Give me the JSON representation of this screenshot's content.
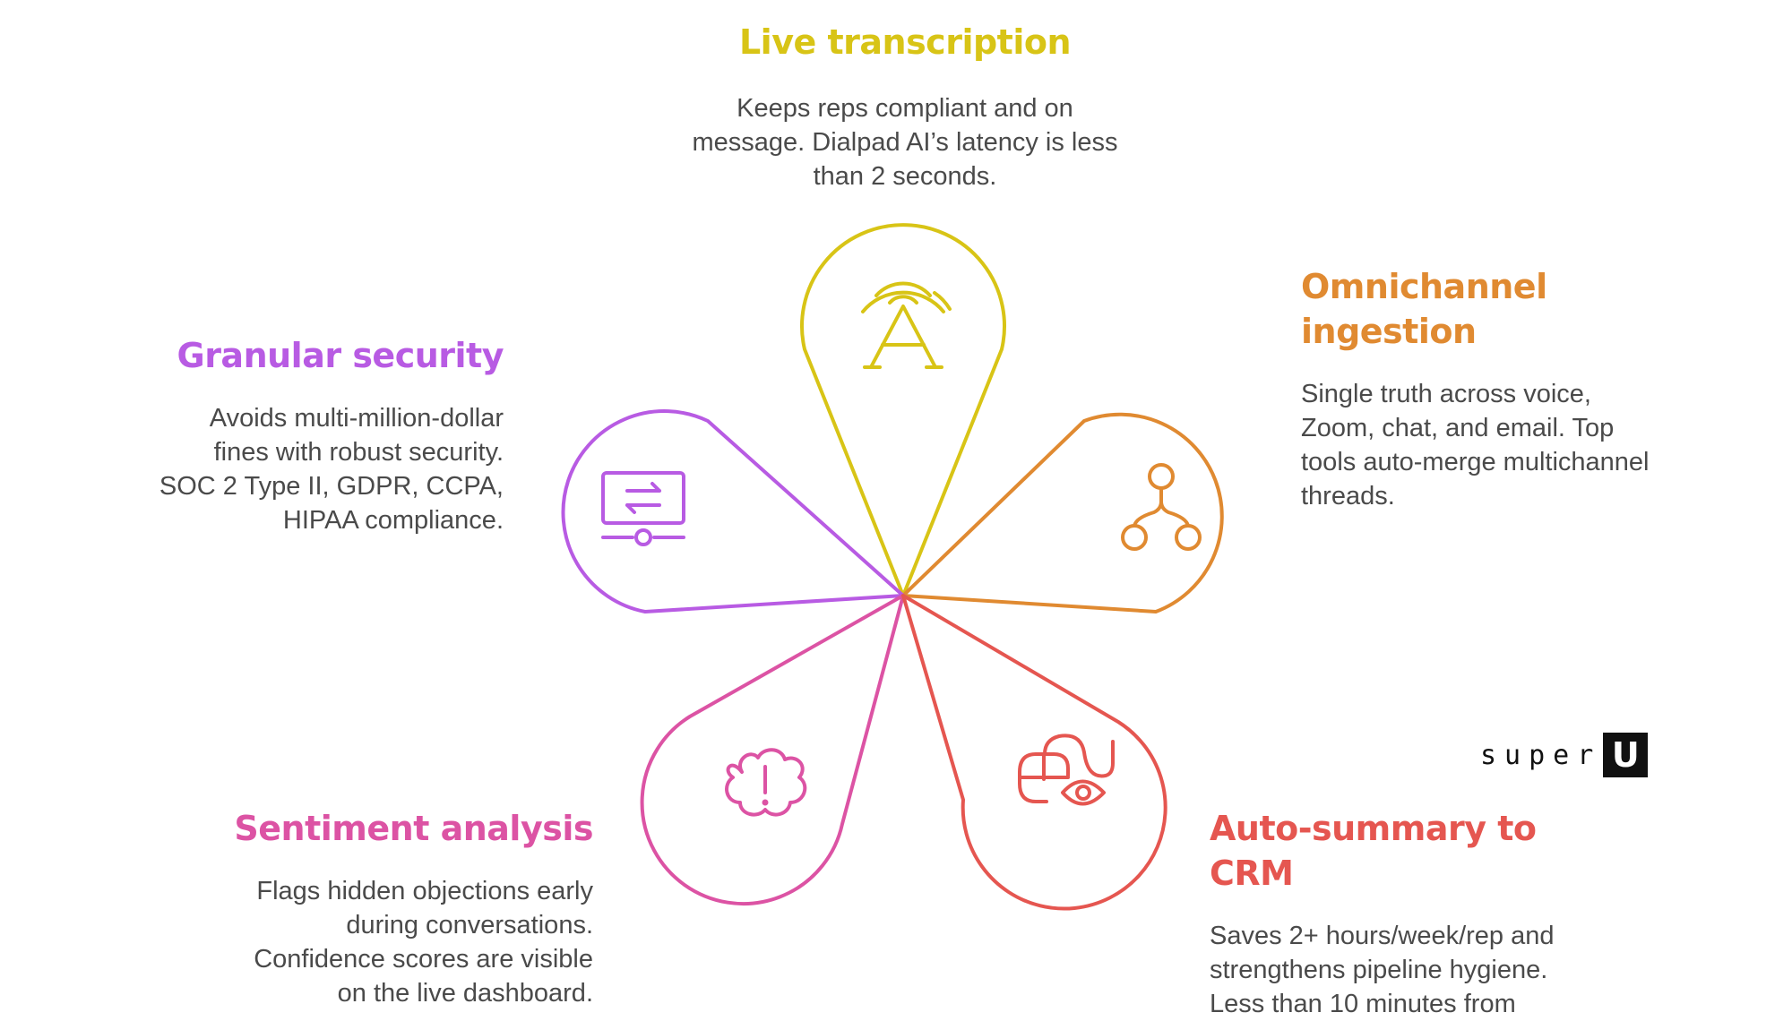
{
  "colors": {
    "live": "#d8c416",
    "omni": "#e08a31",
    "granular": "#b85be3",
    "sentiment": "#dc53a4",
    "crm": "#e55650",
    "body_text": "#4a4a4a"
  },
  "petals": {
    "live": {
      "title": "Live transcription",
      "desc": "Keeps reps compliant and on message. Dialpad AI’s latency is less than 2 seconds.",
      "icon": "accessibility-a-icon"
    },
    "omni": {
      "title": "Omnichannel ingestion",
      "desc": "Single truth across voice, Zoom, chat, and email. Top tools auto-merge multichannel threads.",
      "icon": "merge-nodes-icon"
    },
    "granular": {
      "title": "Granular security",
      "desc": "Avoids multi-million-dollar fines with robust security. SOC 2 Type II, GDPR, CCPA, HIPAA compliance.",
      "icon": "monitor-transfer-icon"
    },
    "sentiment": {
      "title": "Sentiment analysis",
      "desc": "Flags hidden objections early during conversations. Confidence scores are visible on the live dashboard.",
      "icon": "alert-cloud-icon"
    },
    "crm": {
      "title": "Auto-summary to CRM",
      "desc": "Saves 2+ hours/week/rep and strengthens pipeline hygiene. Less than 10 minutes from",
      "icon": "mouse-eye-icon"
    }
  },
  "logo": {
    "word": "super",
    "mark": "U"
  }
}
